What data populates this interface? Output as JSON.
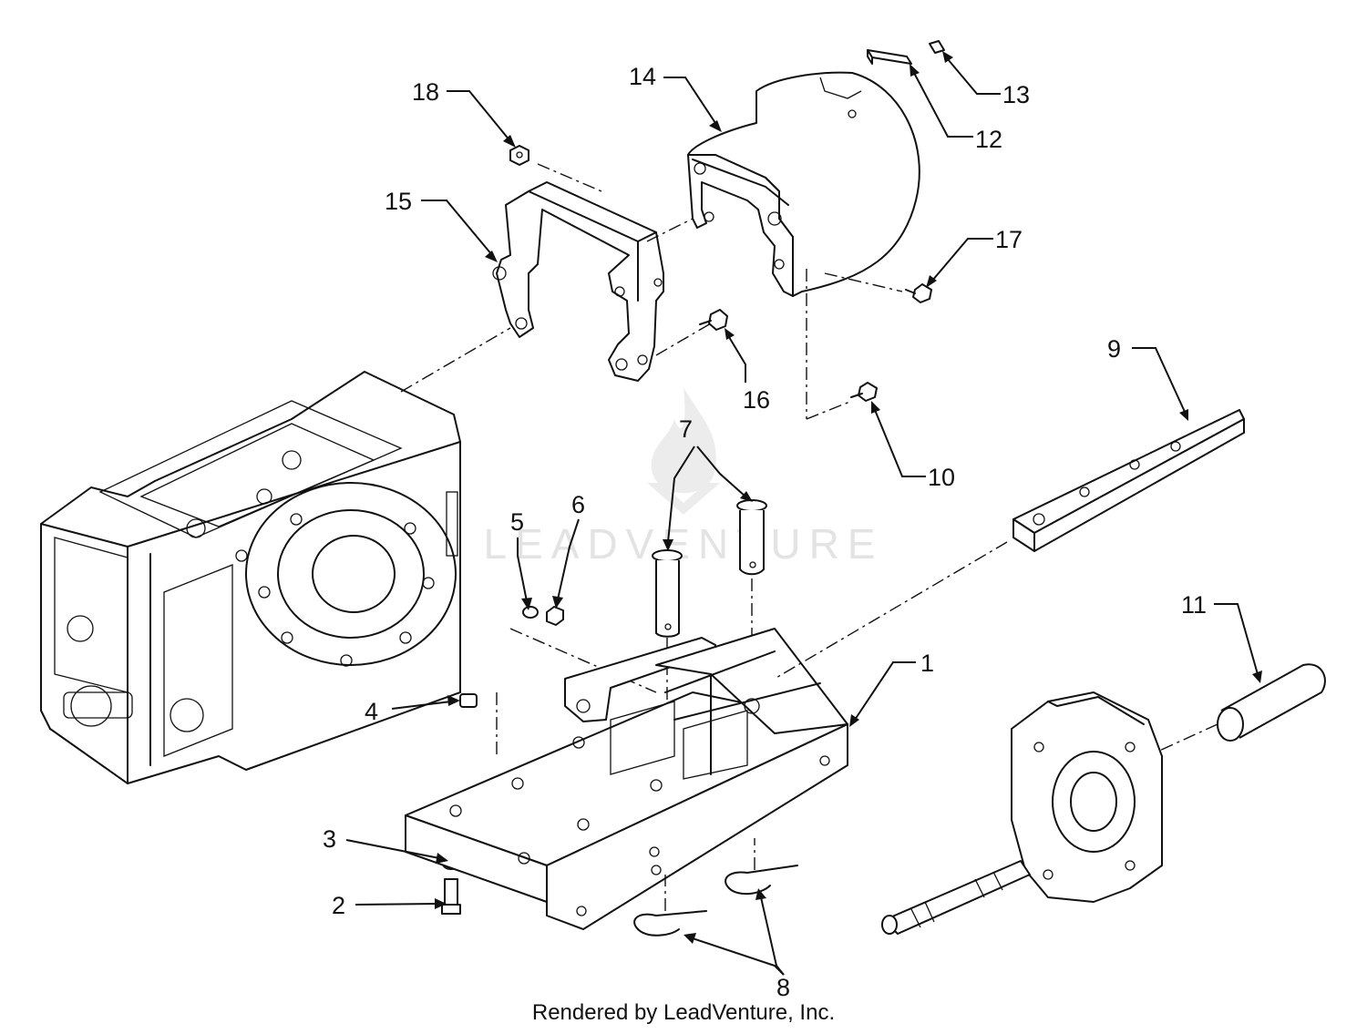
{
  "callouts": [
    {
      "id": "1",
      "label": "1"
    },
    {
      "id": "2",
      "label": "2"
    },
    {
      "id": "3",
      "label": "3"
    },
    {
      "id": "4",
      "label": "4"
    },
    {
      "id": "5",
      "label": "5"
    },
    {
      "id": "6",
      "label": "6"
    },
    {
      "id": "7",
      "label": "7"
    },
    {
      "id": "8",
      "label": "8"
    },
    {
      "id": "9",
      "label": "9"
    },
    {
      "id": "10",
      "label": "10"
    },
    {
      "id": "11",
      "label": "11"
    },
    {
      "id": "12",
      "label": "12"
    },
    {
      "id": "13",
      "label": "13"
    },
    {
      "id": "14",
      "label": "14"
    },
    {
      "id": "15",
      "label": "15"
    },
    {
      "id": "16",
      "label": "16"
    },
    {
      "id": "17",
      "label": "17"
    },
    {
      "id": "18",
      "label": "18"
    }
  ],
  "watermark": {
    "text": "LEADVENTURE"
  },
  "footer": {
    "text": "Rendered by LeadVenture, Inc."
  }
}
